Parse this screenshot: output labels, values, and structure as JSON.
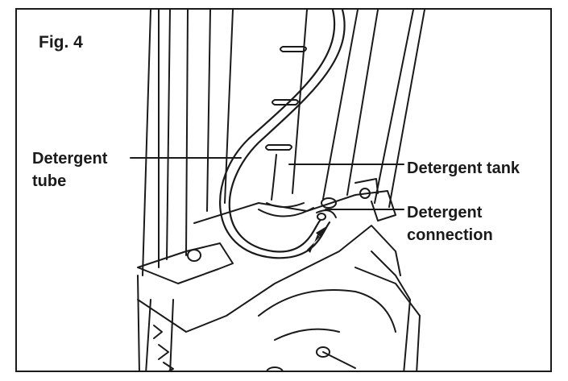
{
  "figure": {
    "title": "Fig. 4",
    "labels": {
      "detergent_tube": [
        "Detergent",
        "tube"
      ],
      "detergent_tank": "Detergent tank",
      "detergent_connection": [
        "Detergent",
        "connection"
      ]
    }
  },
  "colors": {
    "line": "#1a1a1a",
    "background": "#ffffff"
  },
  "icons": [
    "arrow-icon"
  ]
}
